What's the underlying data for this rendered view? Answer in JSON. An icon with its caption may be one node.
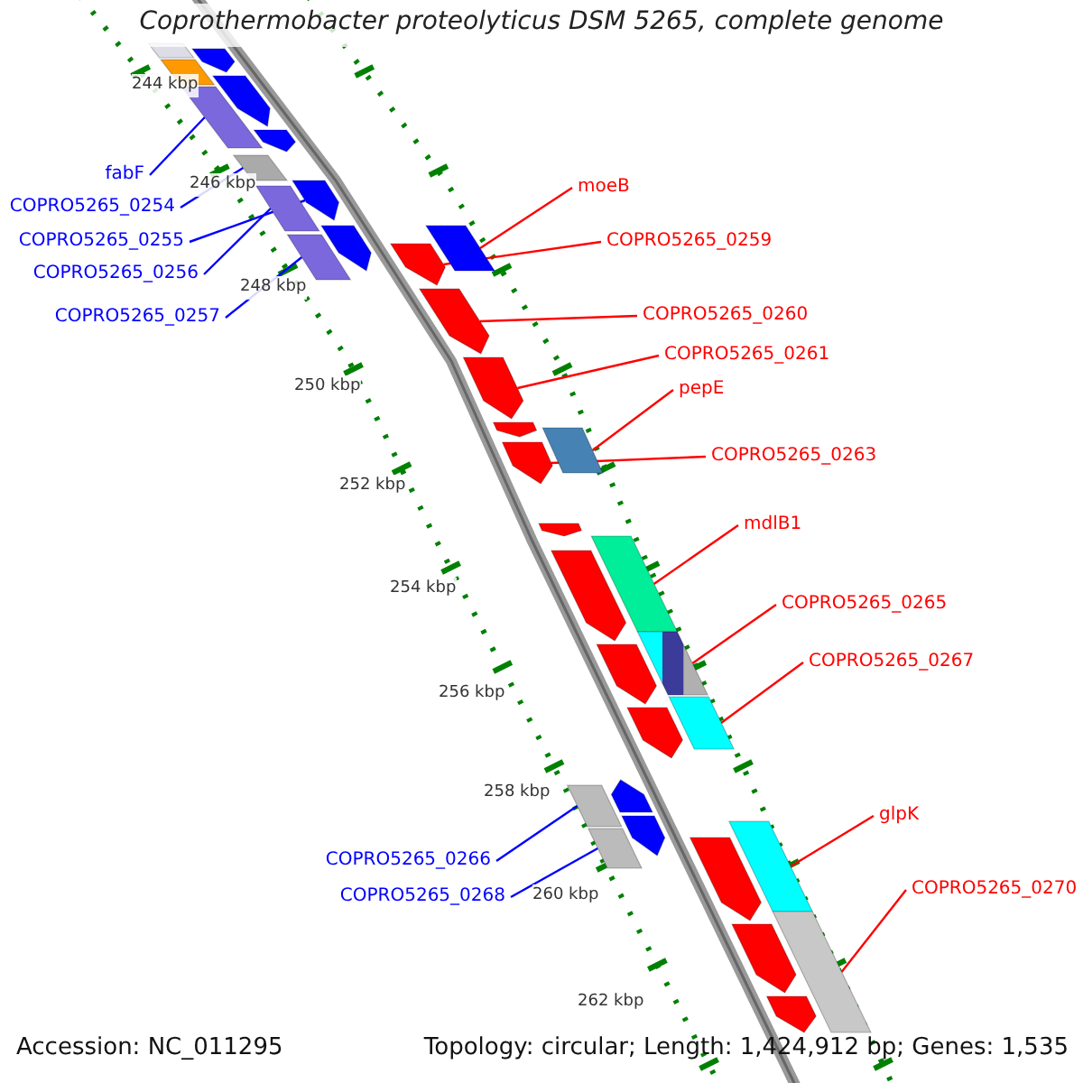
{
  "diagram": {
    "title": "Coprothermobacter proteolyticus DSM 5265, complete genome",
    "nodes": [
      {
        "text": [
          "fabF"
        ]
      },
      {
        "text": [],
        "shape": "box"
      },
      {
        "text": [
          "moeB"
        ]
      },
      {
        "text": [],
        "shape": "box"
      },
      {
        "text": [
          "COPRO5265_0254"
        ]
      },
      {
        "text": [],
        "shape": "box"
      },
      {
        "text": [
          "COPRO5265_0255"
        ]
      },
      {
        "text": [],
        "shape": "arrow"
      },
      {
        "text": [
          "COPRO5265_0259"
        ]
      },
      {
        "text": [],
        "shape": "arrow"
      },
      {
        "text": [
          "COPRO5265_0256"
        ]
      },
      {
        "text": [],
        "shape": "box"
      },
      {
        "text": [
          "COPRO5265_0257"
        ]
      },
      {
        "text": [],
        "shape": "box"
      },
      {
        "text": [
          "COPRO5265_0260"
        ]
      },
      {
        "text": [],
        "shape": "arrow"
      },
      {
        "text": [
          "COPRO5265_0261"
        ]
      },
      {
        "text": [],
        "shape": "arrow"
      },
      {
        "text": [
          "pepE"
        ]
      },
      {
        "text": [],
        "shape": "box"
      },
      {
        "text": [
          "COPRO5265_0263"
        ]
      },
      {
        "text": [],
        "shape": "arrow"
      },
      {
        "text": [
          "mdlB1"
        ]
      },
      {
        "text": [],
        "shape": "box"
      },
      {
        "text": [
          "COPRO5265_0265"
        ]
      },
      {
        "text": [],
        "shape": "box"
      },
      {
        "text": [
          "COPRO5265_0267"
        ]
      },
      {
        "text": [],
        "shape": "box"
      },
      {
        "text": [
          "glpK"
        ]
      },
      {
        "text": [],
        "shape": "box"
      },
      {
        "text": [
          "COPRO5265_0266"
        ]
      },
      {
        "text": [],
        "shape": "box"
      },
      {
        "text": [
          "COPRO5265_0270"
        ]
      },
      {
        "text": [],
        "shape": "box"
      },
      {
        "text": [
          "COPRO5265_0268"
        ]
      },
      {
        "text": [],
        "shape": "box"
      },
      {
        "text": [],
        "shape": "box"
      },
      {
        "text": [],
        "shape": "arrow"
      },
      {
        "text": [],
        "shape": "arrow"
      },
      {
        "text": [],
        "shape": "box"
      },
      {
        "text": [],
        "shape": "arrow"
      },
      {
        "text": [],
        "shape": "arrow"
      },
      {
        "text": [],
        "shape": "arrow"
      },
      {
        "text": [],
        "shape": "arrow"
      },
      {
        "text": [],
        "shape": "arrow"
      },
      {
        "text": [],
        "shape": "arrow"
      },
      {
        "text": [],
        "shape": "arrow"
      },
      {
        "text": [],
        "shape": "arrow"
      },
      {
        "text": [],
        "shape": "arrow"
      },
      {
        "text": [],
        "shape": "arrow"
      },
      {
        "text": [],
        "shape": "arrow"
      },
      {
        "text": [],
        "shape": "arrow"
      }
    ],
    "edges": [
      {
        "from": 0,
        "to": 1,
        "arrow": "none",
        "color": "#0000ff"
      },
      {
        "from": 2,
        "to": 3,
        "arrow": "none"
      },
      {
        "from": 4,
        "to": 5,
        "arrow": "none",
        "color": "#0000ff"
      },
      {
        "from": 6,
        "to": 7,
        "arrow": "none",
        "color": "#0000ff"
      },
      {
        "from": 8,
        "to": 9,
        "arrow": "none"
      },
      {
        "from": 10,
        "to": 11,
        "arrow": "none",
        "color": "#0000ff"
      },
      {
        "from": 12,
        "to": 13,
        "arrow": "none",
        "color": "#0000ff"
      },
      {
        "from": 14,
        "to": 15,
        "arrow": "none"
      },
      {
        "from": 16,
        "to": 17,
        "arrow": "none"
      },
      {
        "from": 18,
        "to": 19,
        "arrow": "none"
      },
      {
        "from": 20,
        "to": 21,
        "arrow": "none"
      },
      {
        "from": 22,
        "to": 23,
        "arrow": "none"
      },
      {
        "from": 24,
        "to": 25,
        "arrow": "none"
      },
      {
        "from": 26,
        "to": 27,
        "arrow": "none"
      },
      {
        "from": 28,
        "to": 29,
        "arrow": "none"
      },
      {
        "from": 30,
        "to": 31,
        "arrow": "none",
        "color": "#0000ff"
      },
      {
        "from": 32,
        "to": 33,
        "arrow": "none"
      },
      {
        "from": 34,
        "to": 35,
        "arrow": "none",
        "color": "#0000ff"
      }
    ],
    "labels": [
      "244 kbp",
      "246 kbp",
      "248 kbp",
      "250 kbp",
      "252 kbp",
      "254 kbp",
      "256 kbp",
      "258 kbp",
      "260 kbp",
      "262 kbp",
      "Accession: NC_011295",
      "Topology: circular; Length: 1,424,912 bp; Genes: 1,535"
    ]
  }
}
